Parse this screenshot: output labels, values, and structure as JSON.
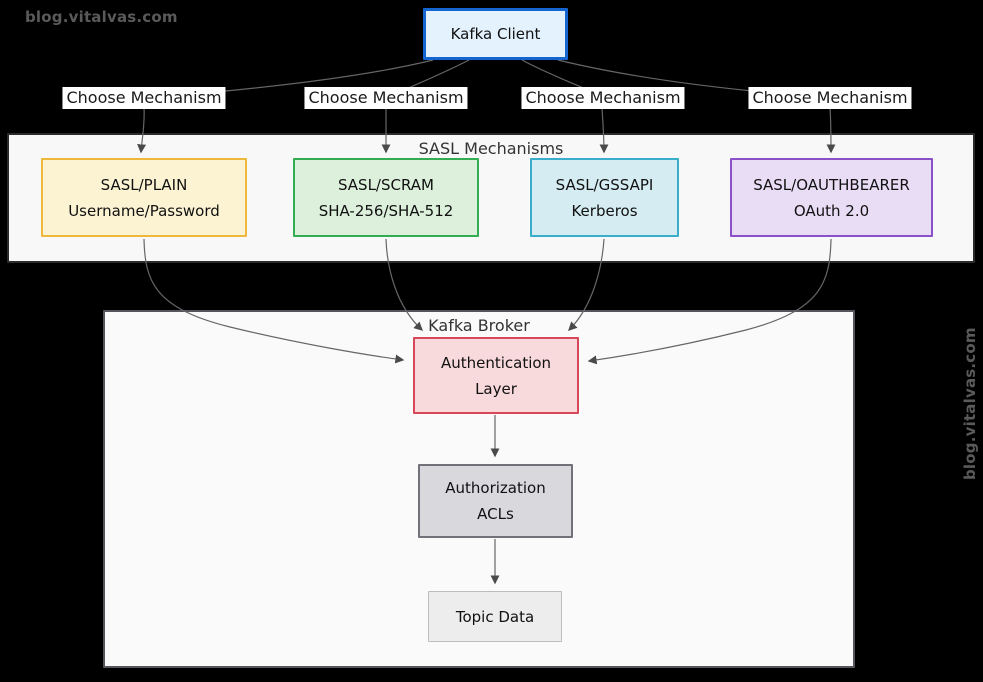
{
  "watermarks": {
    "top_left": "blog.vitalvas.com",
    "right_side": "blog.vitalvas.com"
  },
  "colors": {
    "background": "#000000",
    "edge_line": "#666666",
    "arrow_head": "#4a4a4a",
    "watermark_text": "#5a5a5a",
    "edge_label_bg": "#ffffff",
    "edge_label_text": "#1a1a1a"
  },
  "client": {
    "label": "Kafka Client",
    "fill": "#e4f2fd",
    "border": "#1565d0"
  },
  "edges": {
    "choose_label": "Choose Mechanism"
  },
  "sasl_group": {
    "title": "SASL Mechanisms",
    "fill": "#f8f8f8",
    "border": "#2b2b2b",
    "mechanisms": [
      {
        "line1": "SASL/PLAIN",
        "line2": "Username/Password",
        "fill": "#fcf3d3",
        "border": "#eeb93b"
      },
      {
        "line1": "SASL/SCRAM",
        "line2": "SHA-256/SHA-512",
        "fill": "#dcf0db",
        "border": "#33ad51"
      },
      {
        "line1": "SASL/GSSAPI",
        "line2": "Kerberos",
        "fill": "#d5ecf3",
        "border": "#3aadcb"
      },
      {
        "line1": "SASL/OAUTHBEARER",
        "line2": "OAuth 2.0",
        "fill": "#e9ddf6",
        "border": "#8c50c8"
      }
    ]
  },
  "broker_group": {
    "title": "Kafka Broker",
    "fill": "#fafafa",
    "border": "#55555c",
    "nodes": {
      "auth": {
        "line1": "Authentication",
        "line2": "Layer",
        "fill": "#f8d9dc",
        "border": "#d8465a"
      },
      "authz": {
        "line1": "Authorization",
        "line2": "ACLs",
        "fill": "#d8d8dd",
        "border": "#71717a"
      },
      "topic": {
        "label": "Topic Data",
        "fill": "#ededed",
        "border": "#bdbdbd"
      }
    }
  }
}
